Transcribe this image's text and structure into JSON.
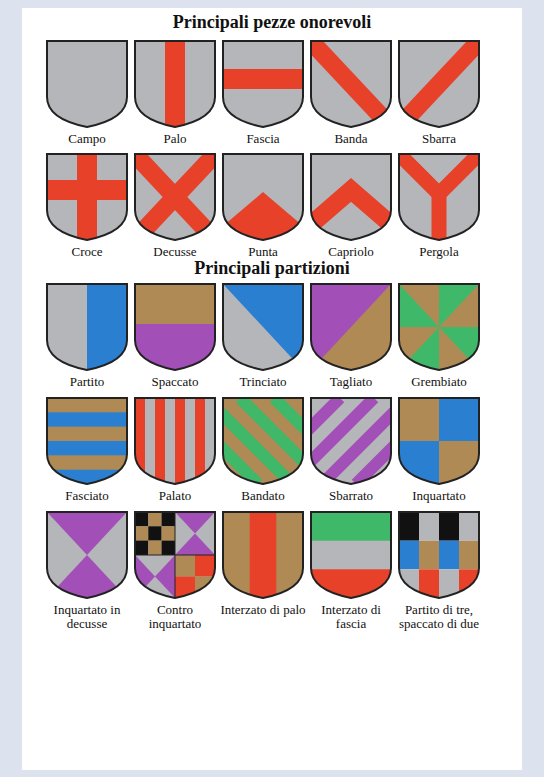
{
  "diagram": {
    "title": "Principali pezze onorevoli",
    "labels": [
      "Campo",
      "Palo",
      "Fascia",
      "Banda",
      "Sbarra",
      "Croce",
      "Decusse",
      "Punta",
      "Capriolo",
      "Pergola",
      "Principali partizioni",
      "Partito",
      "Spaccato",
      "Trinciato",
      "Tagliato",
      "Grembiato",
      "Fasciato",
      "Palato",
      "Bandato",
      "Sbarrato",
      "Inquartato",
      "Inquartato in decusse",
      "Contro inquartato",
      "Interzato di palo",
      "Interzato di fascia",
      "Partito di tre, spaccato di due"
    ]
  }
}
